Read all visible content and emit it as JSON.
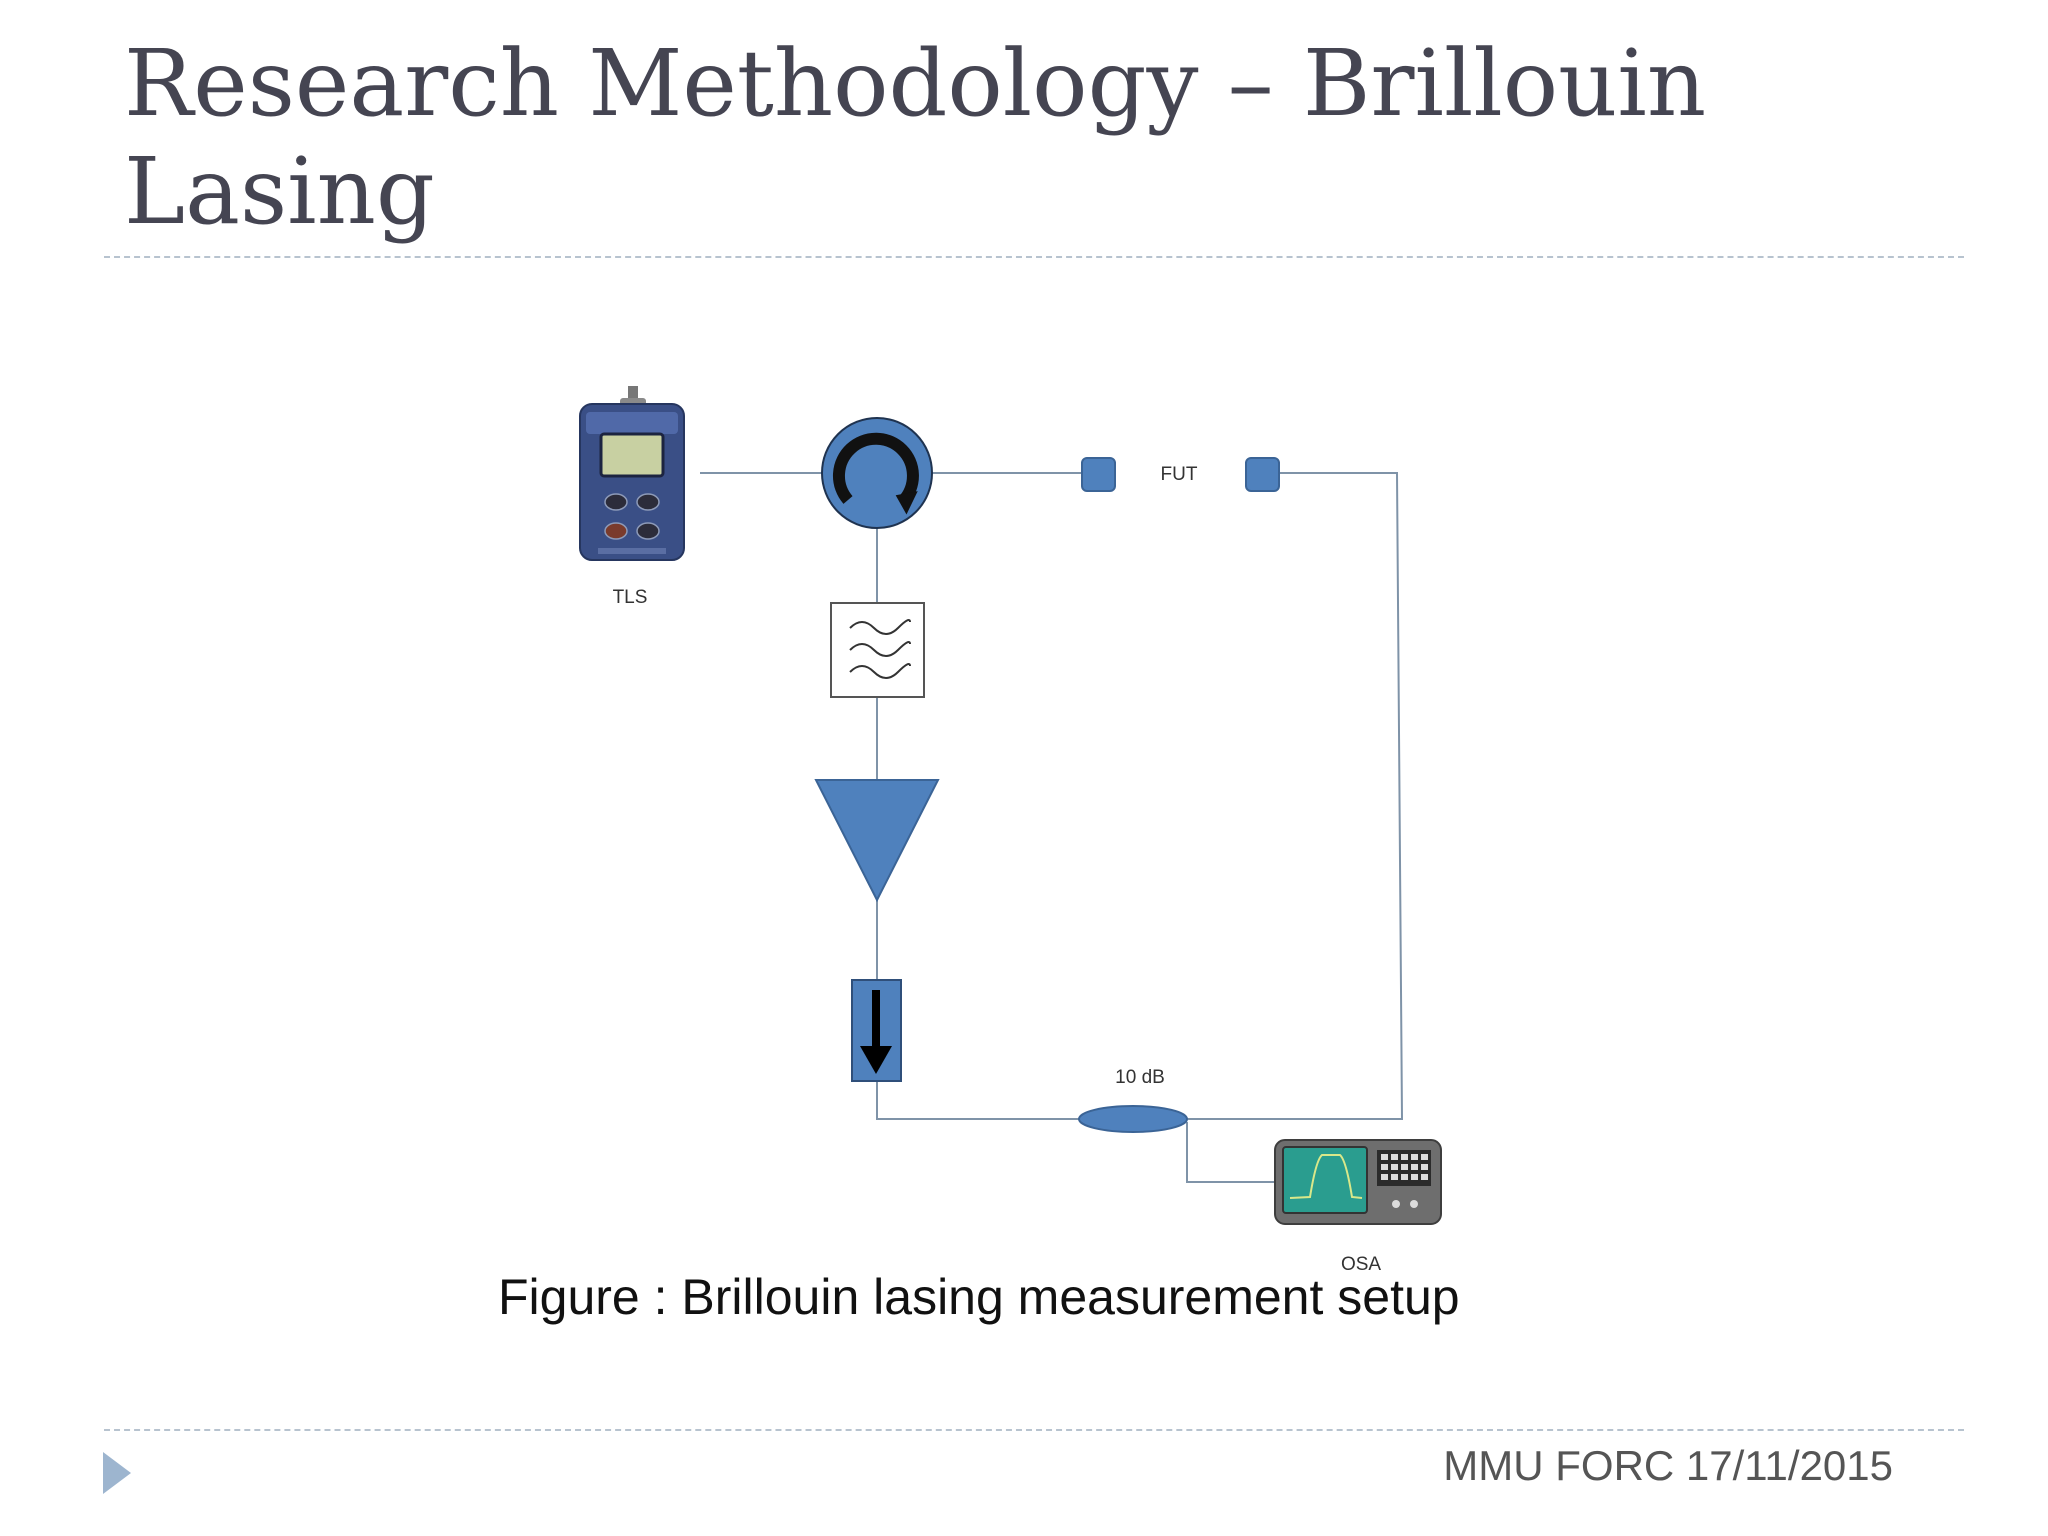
{
  "slide": {
    "title_line1": "Research Methodology – Brillouin",
    "title_line2": "Lasing",
    "caption": "Figure : Brillouin lasing measurement setup",
    "footer": "MMU FORC 17/11/2015"
  },
  "diagram": {
    "labels": {
      "tls": "TLS",
      "fut": "FUT",
      "coupler": "10 dB",
      "osa": "OSA"
    },
    "colors": {
      "component_fill": "#4f81bd",
      "component_stroke": "#3b6496",
      "line": "#7f93a8",
      "osa_screen": "#2aa198"
    },
    "icons": {
      "tls": "handheld-laser-source-icon",
      "circulator": "circulator-icon",
      "filter": "bandpass-filter-icon",
      "amplifier": "amplifier-triangle-icon",
      "isolator": "isolator-arrow-icon",
      "coupler": "coupler-ellipse-icon",
      "osa": "optical-spectrum-analyzer-icon"
    }
  }
}
